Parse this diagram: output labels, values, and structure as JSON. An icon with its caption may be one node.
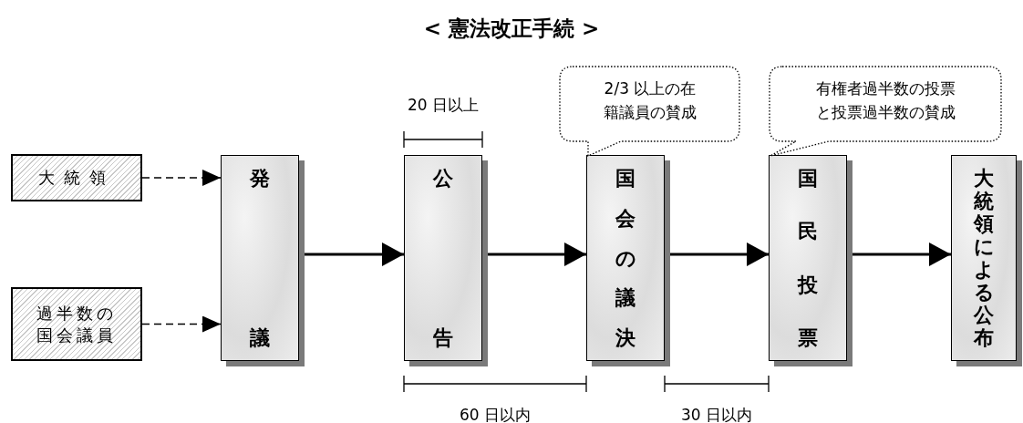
{
  "diagram": {
    "title": "< 憲法改正手続 >",
    "nodes": [
      {
        "text": [
          "大統領"
        ]
      },
      {
        "text": [
          "過半数の国会議員"
        ]
      },
      {
        "text": [
          "発",
          "議"
        ]
      },
      {
        "text": [
          "公",
          "告"
        ]
      },
      {
        "text": [
          "国会の議決"
        ]
      },
      {
        "text": [
          "国民投票"
        ]
      },
      {
        "text": [
          "大統領による公布"
        ]
      },
      {
        "text": [
          "2/3 以上の在籍議員の賛成"
        ]
      },
      {
        "text": [
          "有権者過半数の投票と投票過半数の賛成"
        ]
      }
    ],
    "edges": [
      {
        "from": 0,
        "to": 2,
        "arrow": "to",
        "style": "dashed"
      },
      {
        "from": 1,
        "to": 2,
        "arrow": "to",
        "style": "dashed"
      },
      {
        "from": 2,
        "to": 3,
        "arrow": "to"
      },
      {
        "from": 3,
        "to": 4,
        "arrow": "to"
      },
      {
        "from": 4,
        "to": 5,
        "arrow": "to"
      },
      {
        "from": 5,
        "to": 6,
        "arrow": "to"
      }
    ],
    "labels": [
      "20 日以上",
      "60 日以内",
      "30 日以内"
    ]
  }
}
